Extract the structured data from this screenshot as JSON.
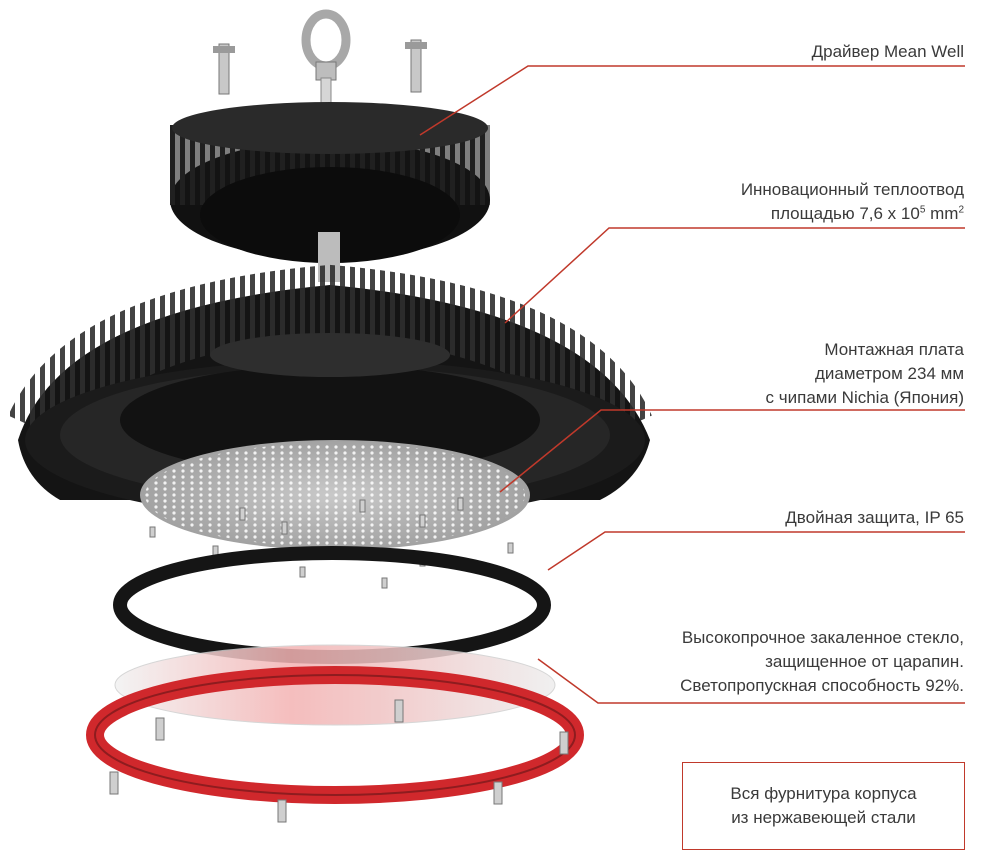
{
  "callouts": {
    "driver": "Драйвер Mean Well",
    "heatsink_line1": "Инновационный теплоотвод",
    "heatsink_line2_prefix": "площадью 7,6 x 10",
    "heatsink_exp": "5",
    "heatsink_unit": "mm",
    "heatsink_unit_exp": "2",
    "board_line1": "Монтажная плата",
    "board_line2": "диаметром 234 мм",
    "board_line3": "с чипами Nichia (Япония)",
    "protection": "Двойная защита, IP 65",
    "glass_line1": "Высокопрочное закаленное стекло,",
    "glass_line2": "защищенное от царапин.",
    "glass_line3": "Светопропускная способность 92%."
  },
  "note": {
    "line1": "Вся фурнитура корпуса",
    "line2": "из нержавеющей стали"
  },
  "colors": {
    "accent": "#c0392b",
    "housing": "#1c1c1c",
    "ring_red": "#d0282c"
  }
}
